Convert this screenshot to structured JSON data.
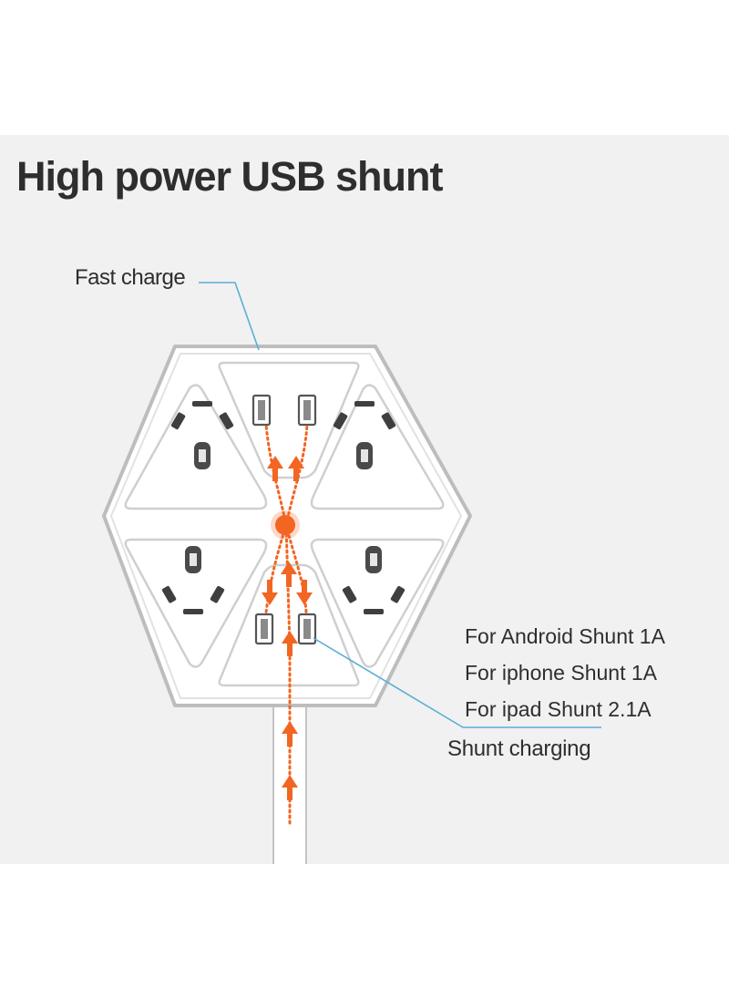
{
  "figure": {
    "title": "High power USB shunt",
    "callouts": {
      "fast_charge": "Fast charge",
      "shunt_charging": "Shunt charging"
    },
    "shunt_specs": [
      "For Android Shunt 1A",
      "For iphone Shunt 1A",
      "For ipad Shunt 2.1A"
    ]
  },
  "colors": {
    "background": "#f1f1f1",
    "device_body": "#ffffff",
    "device_outline": "#b9b9b9",
    "flow_arrow": "#f26522",
    "leader_line": "#5aaed6",
    "text": "#2e2e2e"
  },
  "icons": [
    "power-socket-icon",
    "usb-port-icon",
    "arrow-up-icon",
    "arrow-down-icon",
    "center-hub-icon",
    "power-cable-icon"
  ]
}
